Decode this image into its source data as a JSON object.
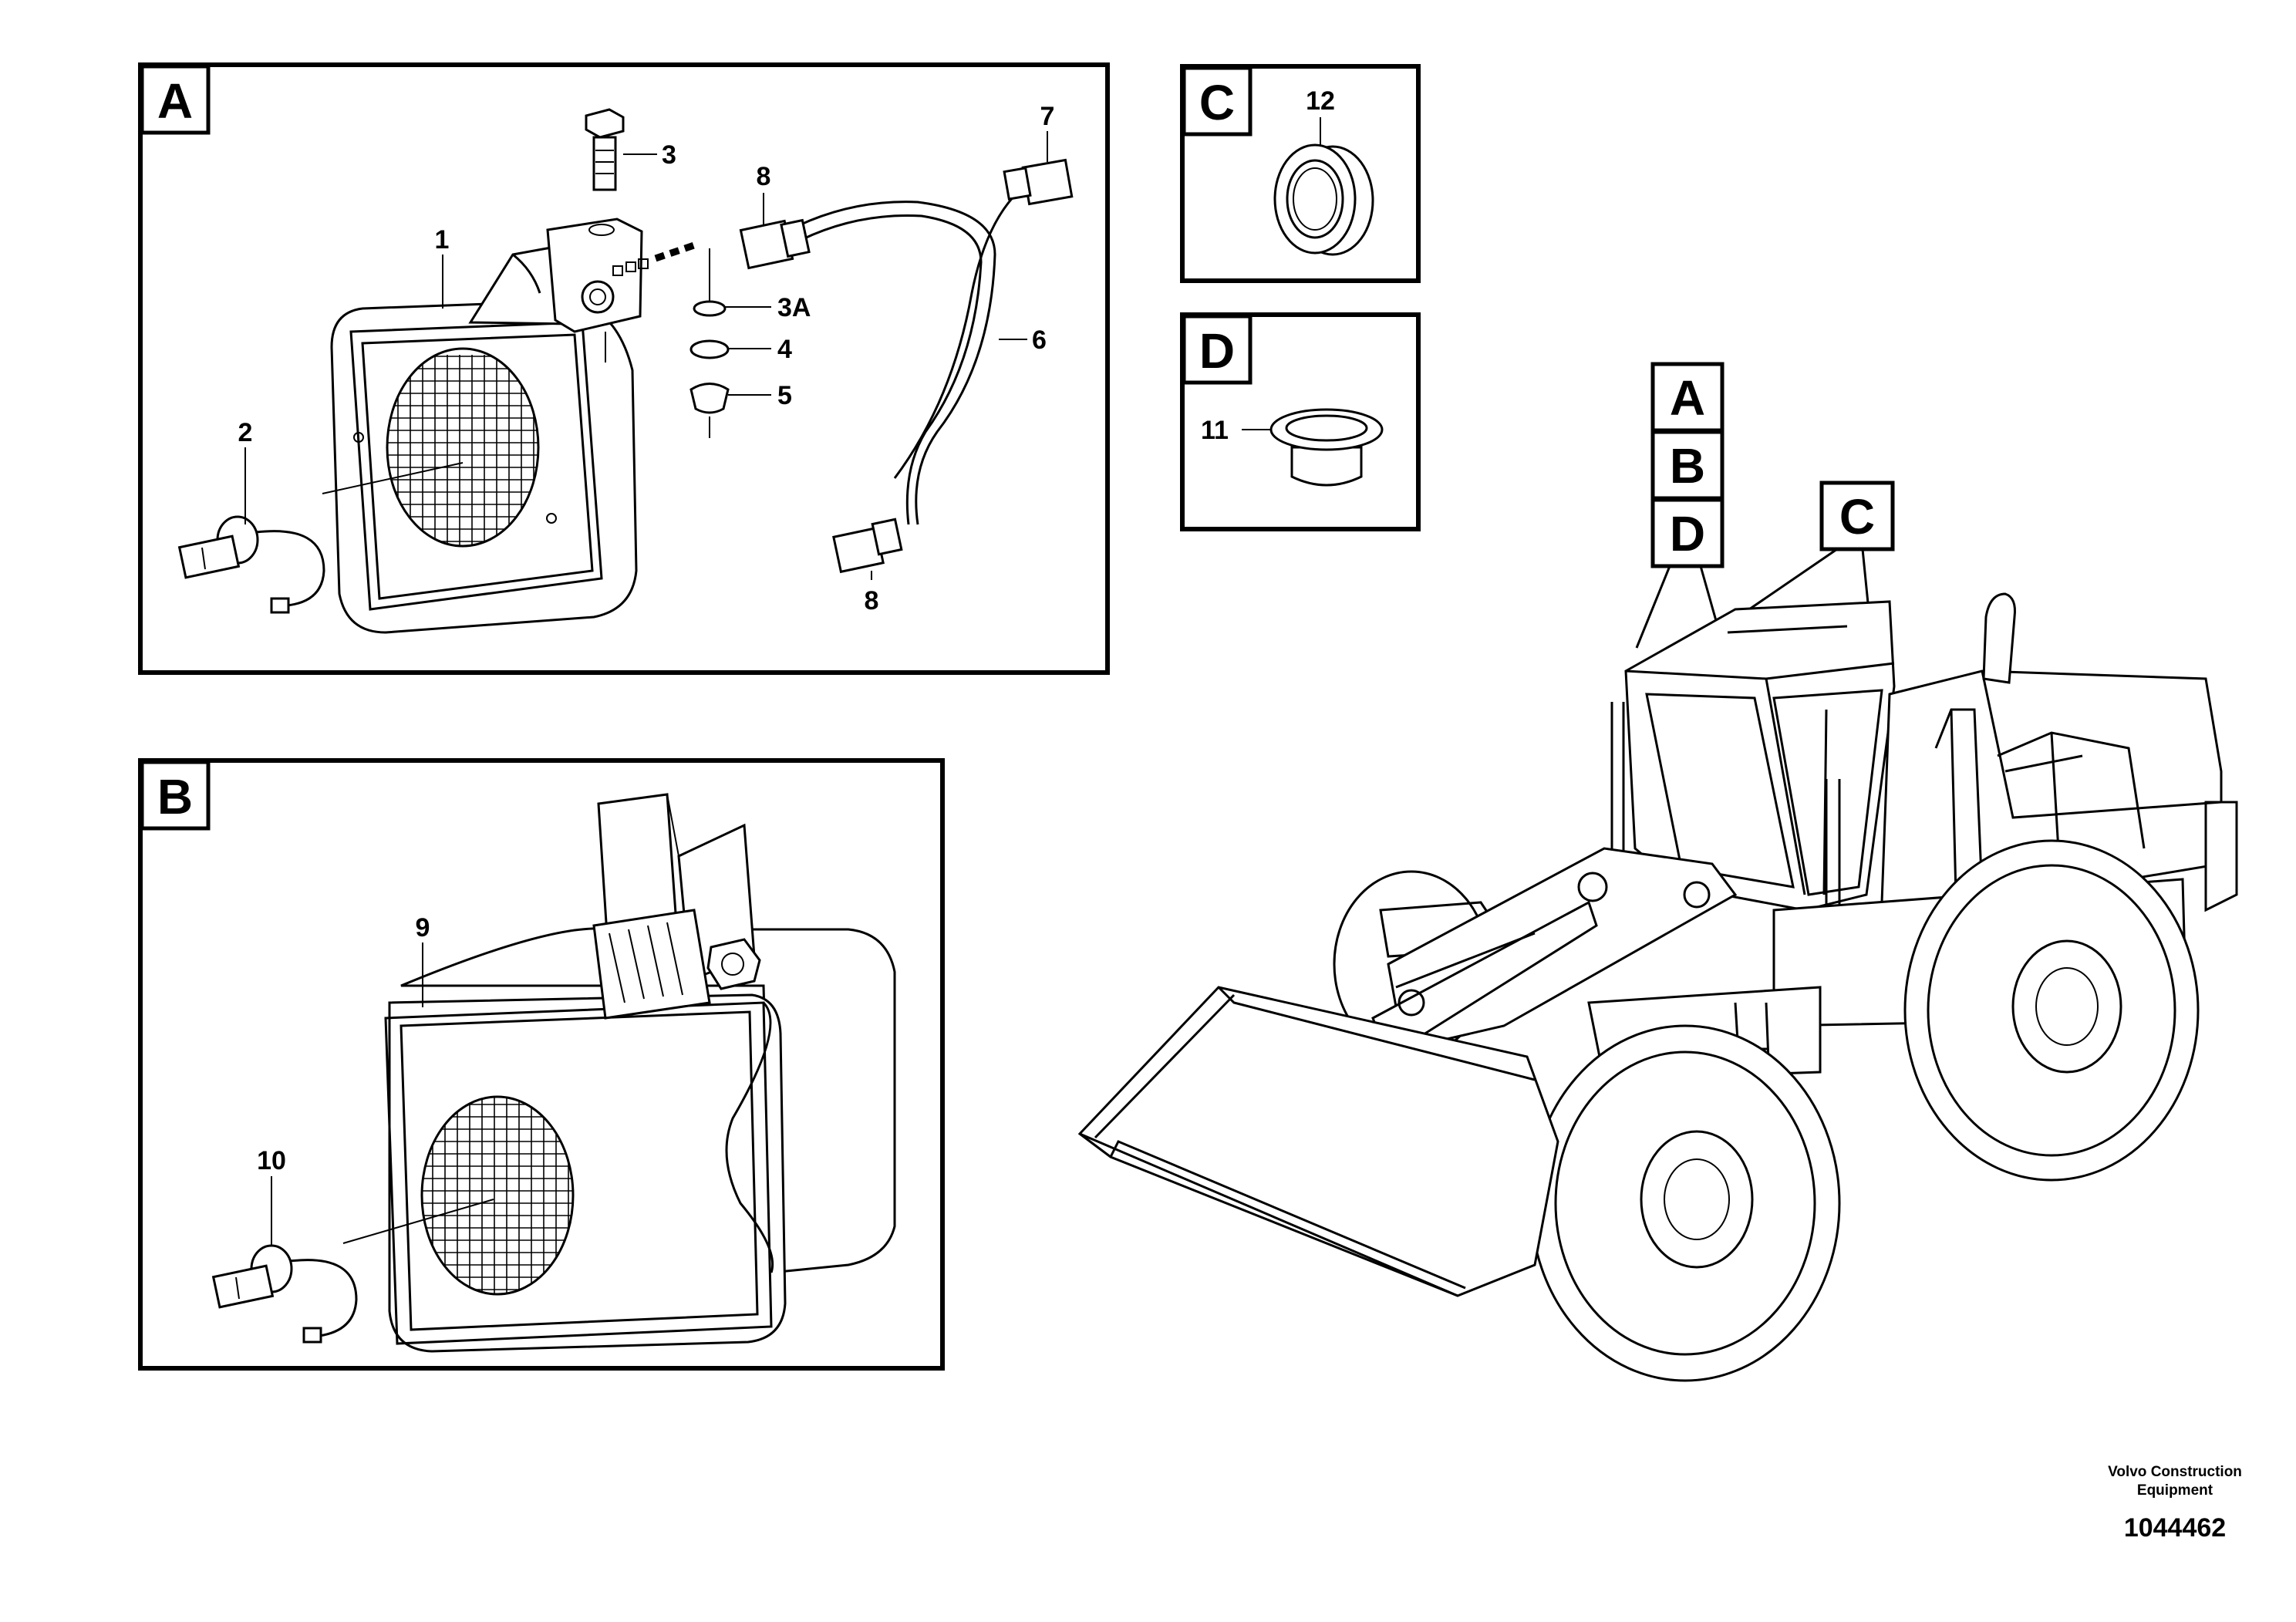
{
  "panels": {
    "A": {
      "tag": "A",
      "callouts": [
        "1",
        "2",
        "3",
        "3A",
        "4",
        "5",
        "6",
        "7",
        "8",
        "8"
      ]
    },
    "B": {
      "tag": "B",
      "callouts": [
        "9",
        "10"
      ]
    },
    "C": {
      "tag": "C",
      "callouts": [
        "12"
      ]
    },
    "D": {
      "tag": "D",
      "callouts": [
        "11"
      ]
    }
  },
  "machine_tags": [
    "A",
    "B",
    "D",
    "C"
  ],
  "footer": {
    "company_line1": "Volvo Construction",
    "company_line2": "Equipment",
    "doc_number": "1044462"
  }
}
